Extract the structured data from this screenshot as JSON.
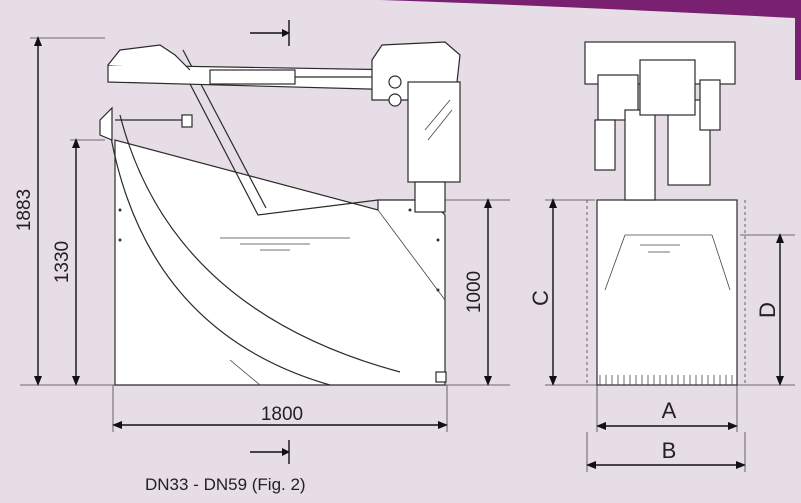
{
  "diagram": {
    "caption": "DN33 - DN59 (Fig. 2)",
    "dimensions": {
      "total_height": "1883",
      "pivot_height": "1330",
      "tank_height": "1000",
      "length": "1800"
    },
    "side_view_labels": {
      "a": "A",
      "b": "B",
      "c": "C",
      "d": "D"
    },
    "colors": {
      "background": "#e6dde6",
      "accent_banner": "#7a2070"
    }
  }
}
